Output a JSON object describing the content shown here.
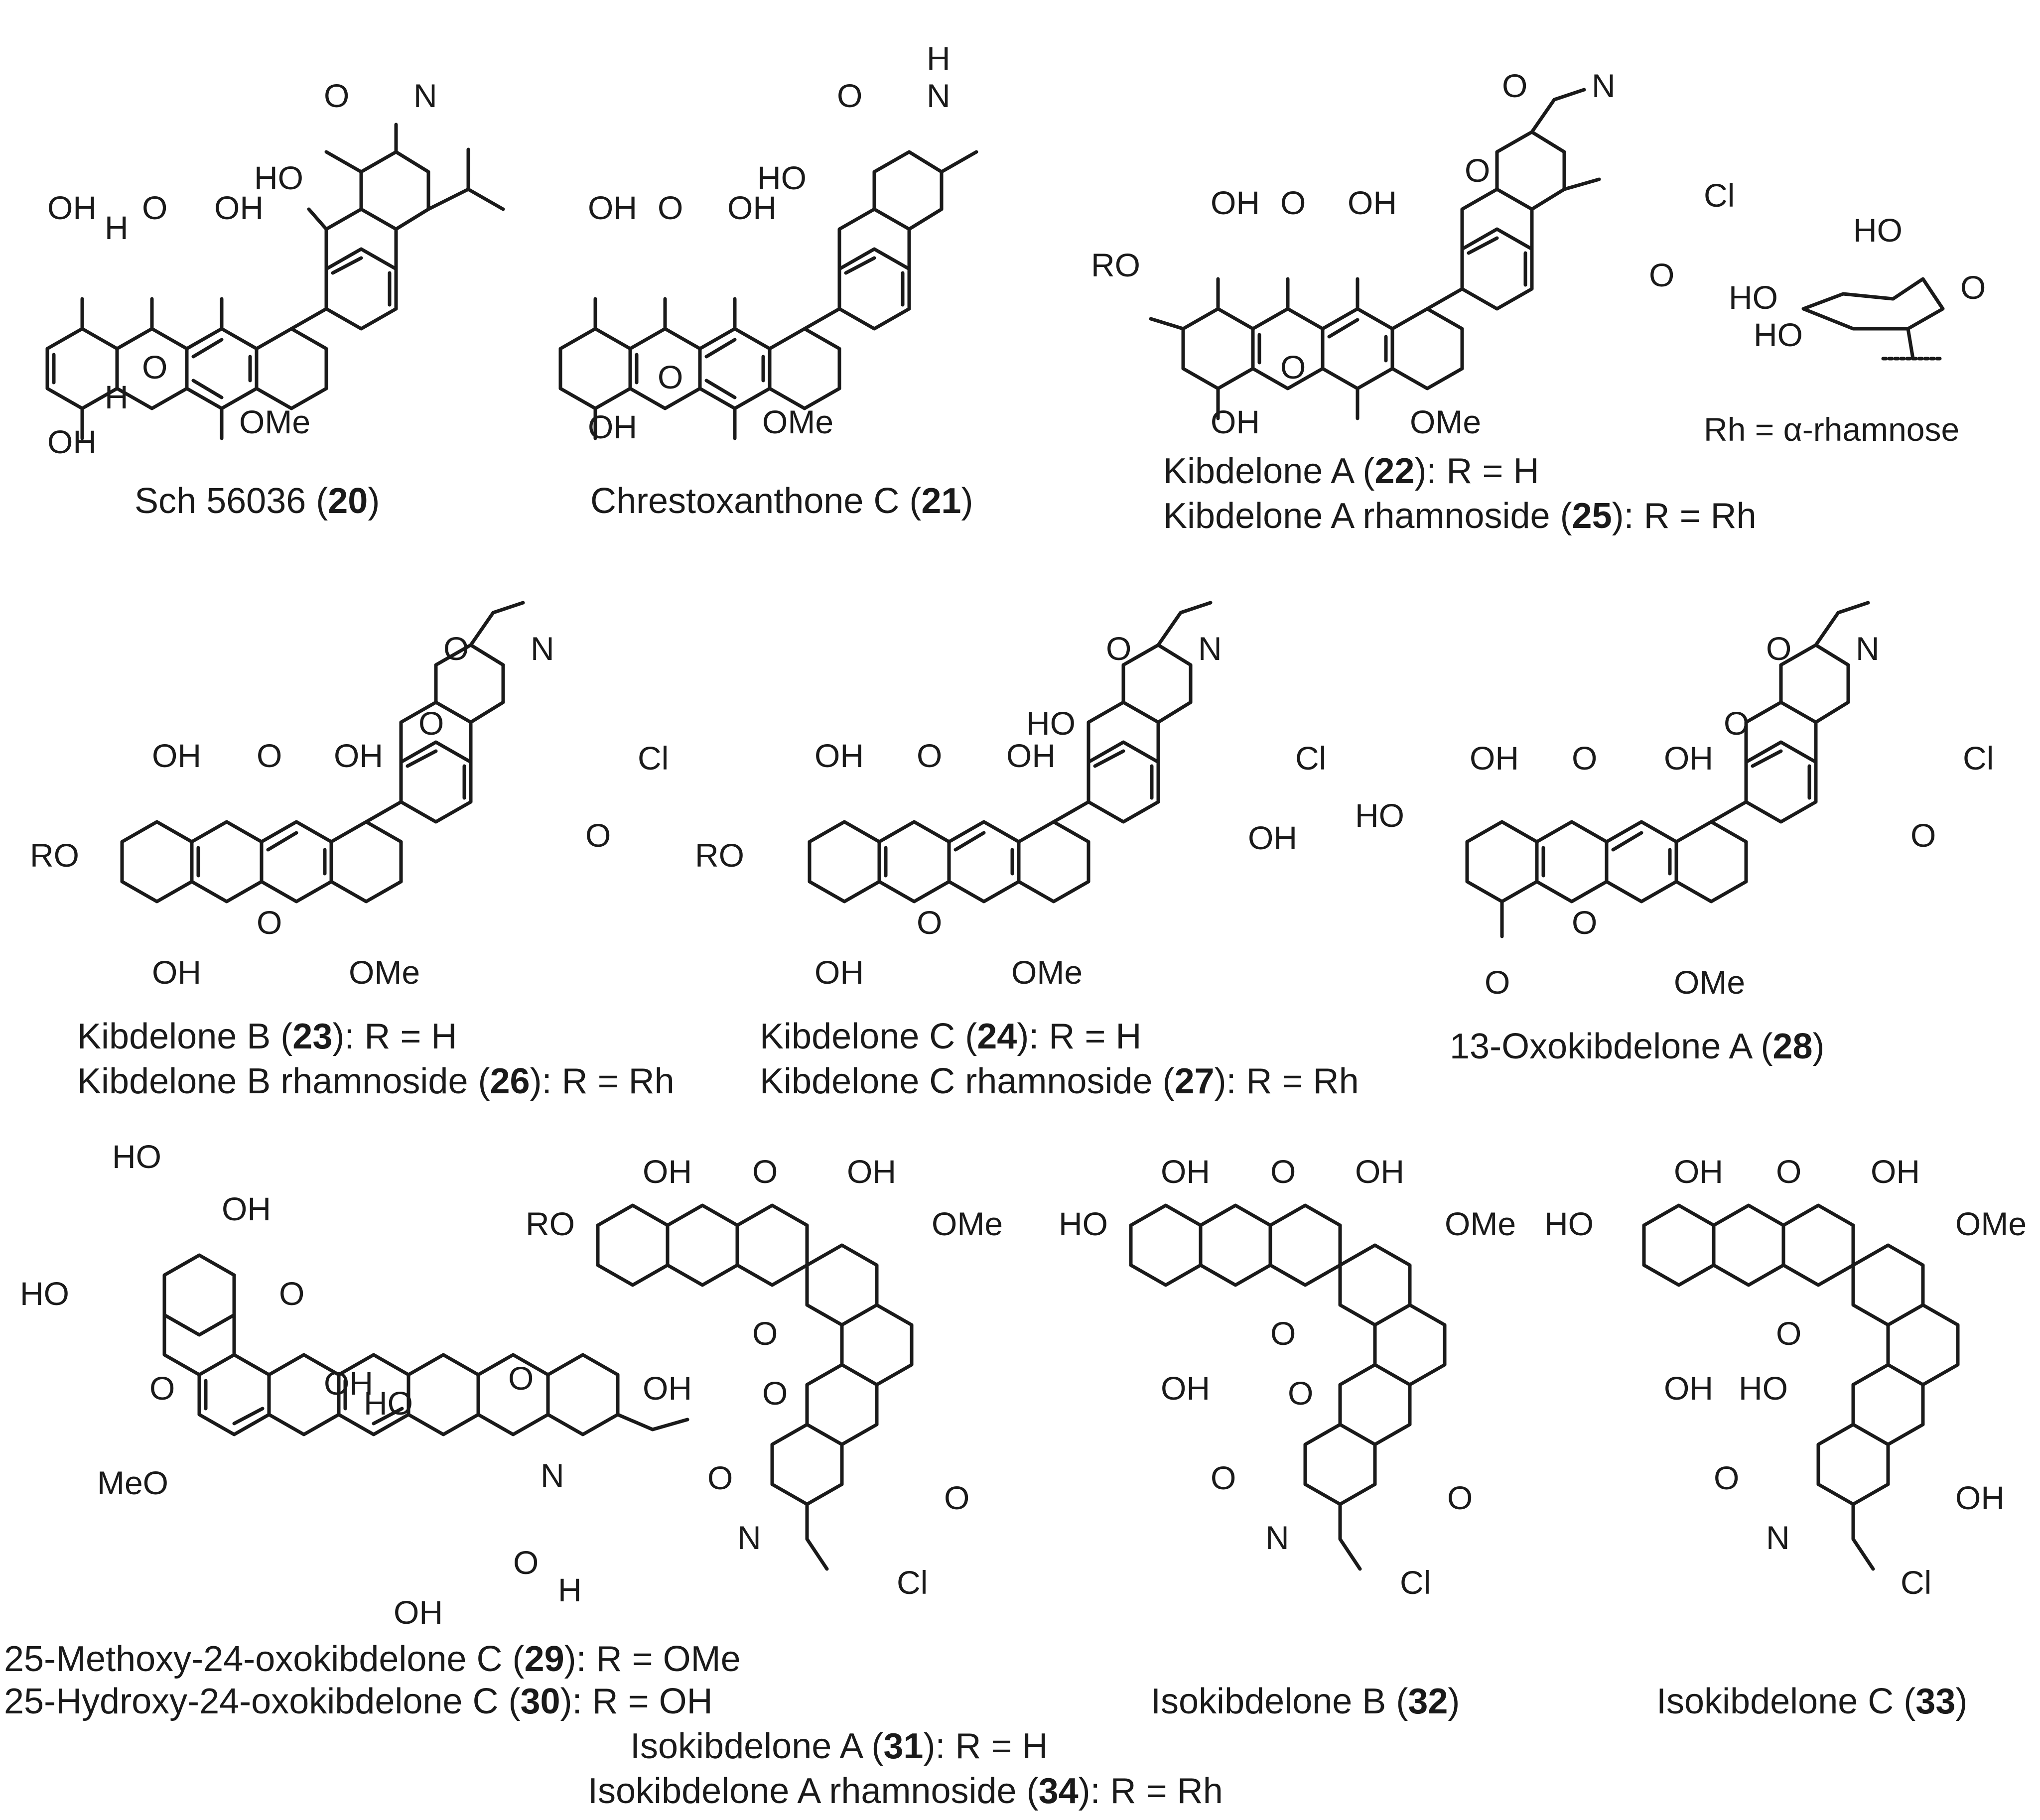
{
  "atoms": {
    "oh": "OH",
    "ho": "HO",
    "o": "O",
    "n": "N",
    "h": "H",
    "cl": "Cl",
    "ome": "OMe",
    "meo": "MeO",
    "ro": "RO"
  },
  "rhamnose": {
    "label": "Rh = α-rhamnose"
  },
  "captions": {
    "c20": {
      "pre": "Sch 56036 (",
      "num": "20",
      "post": ")"
    },
    "c21": {
      "pre": "Chrestoxanthone C (",
      "num": "21",
      "post": ")"
    },
    "c22": {
      "pre": "Kibdelone A (",
      "num": "22",
      "post": "): R = H"
    },
    "c25": {
      "pre": "Kibdelone A rhamnoside (",
      "num": "25",
      "post": "): R = Rh"
    },
    "c23": {
      "pre": "Kibdelone B (",
      "num": "23",
      "post": "): R = H"
    },
    "c26": {
      "pre": "Kibdelone B rhamnoside (",
      "num": "26",
      "post": "): R = Rh"
    },
    "c24": {
      "pre": "Kibdelone C (",
      "num": "24",
      "post": "): R = H"
    },
    "c27": {
      "pre": "Kibdelone C rhamnoside (",
      "num": "27",
      "post": "): R = Rh"
    },
    "c28": {
      "pre": "13-Oxokibdelone A (",
      "num": "28",
      "post": ")"
    },
    "c29": {
      "pre": "25-Methoxy-24-oxokibdelone C (",
      "num": "29",
      "post": "): R = OMe"
    },
    "c30": {
      "pre": "25-Hydroxy-24-oxokibdelone C (",
      "num": "30",
      "post": "): R = OH"
    },
    "c31": {
      "pre": "Isokibdelone A (",
      "num": "31",
      "post": "): R = H"
    },
    "c34": {
      "pre": "Isokibdelone A rhamnoside (",
      "num": "34",
      "post": "): R = Rh"
    },
    "c32": {
      "pre": "Isokibdelone B (",
      "num": "32",
      "post": ")"
    },
    "c33": {
      "pre": "Isokibdelone C (",
      "num": "33",
      "post": ")"
    }
  }
}
